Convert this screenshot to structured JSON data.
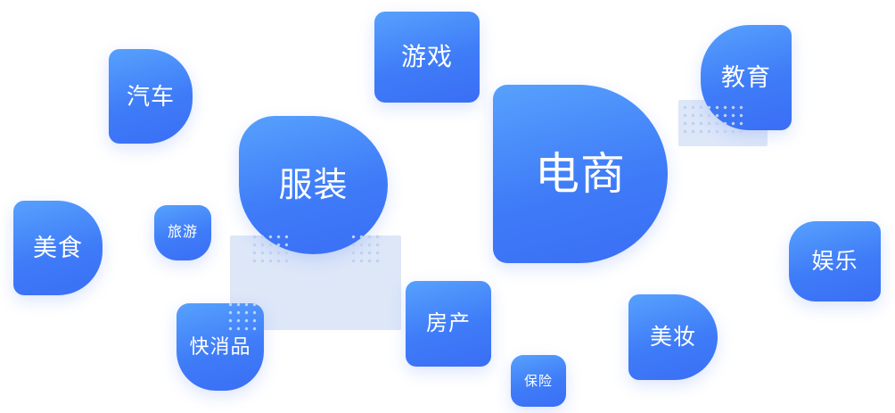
{
  "colors": {
    "tile_blue_start": "#57a1fd",
    "tile_blue_end": "#3a6ef5",
    "accent_rect": "#dde7f8",
    "dots": "#bed0f2",
    "label_text": "#ffffff",
    "background": "#ffffff"
  },
  "tags": [
    {
      "label": "汽车"
    },
    {
      "label": "游戏"
    },
    {
      "label": "教育"
    },
    {
      "label": "服装"
    },
    {
      "label": "电商"
    },
    {
      "label": "美食"
    },
    {
      "label": "旅游"
    },
    {
      "label": "娱乐"
    },
    {
      "label": "快消品"
    },
    {
      "label": "房产"
    },
    {
      "label": "保险"
    },
    {
      "label": "美妆"
    }
  ]
}
